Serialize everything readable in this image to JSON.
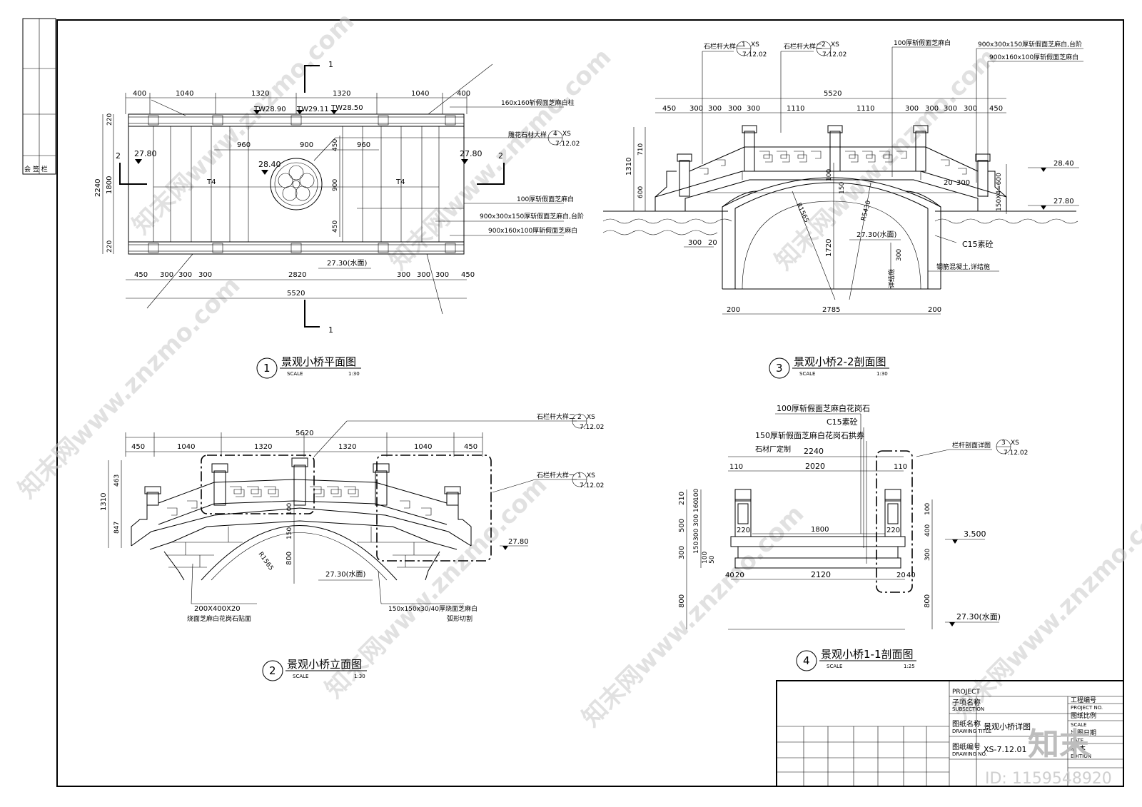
{
  "sheet": {
    "side_strip_text": "会 签 栏"
  },
  "plan": {
    "title": "景观小桥平面图",
    "number": "1",
    "scale_label": "SCALE",
    "scale": "1:30",
    "top_dims": [
      "400",
      "1040",
      "1320",
      "1320",
      "1040",
      "400"
    ],
    "bottom_dims": [
      "450",
      "300",
      "300",
      "300",
      "2820",
      "300",
      "300",
      "300",
      "450"
    ],
    "overall": "5520",
    "side_dims": [
      "220",
      "1800",
      "220"
    ],
    "side_total": "2240",
    "inner_dims": [
      "960",
      "900",
      "960"
    ],
    "inner_v": [
      "450",
      "900",
      "450"
    ],
    "tw": [
      "TW28.90",
      "TW29.11",
      "TW28.50"
    ],
    "elev_left": "27.80",
    "elev_right": "27.80",
    "elev_center": "28.40",
    "water": "27.30(水面)",
    "section_mark": "1",
    "section_mark2": "2",
    "slope": "T4",
    "notes": [
      "160x160斩假面芝麻白柱",
      "雕花石材大样",
      "100厚斩假面芝麻白",
      "900x300x150厚斩假面芝麻白,台阶",
      "900x160x100厚斩假面芝麻白"
    ],
    "detail_ref": {
      "num": "4",
      "code": "XS",
      "sheet": "7.12.02"
    }
  },
  "elevation": {
    "title": "景观小桥立面图",
    "number": "2",
    "scale_label": "SCALE",
    "scale": "1:30",
    "top_dims": [
      "450",
      "1040",
      "1320",
      "1320",
      "1040",
      "450"
    ],
    "overall": "5620",
    "side_dims": [
      "463",
      "847"
    ],
    "side_total": "1310",
    "mid_dims": [
      "100",
      "150",
      "800"
    ],
    "radius": "R1565",
    "elev": "27.80",
    "water": "27.30(水面)",
    "note_left": [
      "200X400X20",
      "烧面芝麻白花岗石贴面"
    ],
    "note_right": [
      "150x150x30/40厚烧面芝麻白",
      "弧形切割"
    ],
    "ref1": {
      "label": "石栏杆大样二",
      "num": "2",
      "code": "XS",
      "sheet": "7.12.02"
    },
    "ref2": {
      "label": "石栏杆大样一",
      "num": "1",
      "code": "XS",
      "sheet": "7.12.02"
    }
  },
  "section22": {
    "title": "景观小桥2-2剖面图",
    "number": "3",
    "scale_label": "SCALE",
    "scale": "1:30",
    "overall": "5520",
    "top_dims": [
      "450",
      "300",
      "300",
      "300",
      "300",
      "1110",
      "1110",
      "300",
      "300",
      "300",
      "300",
      "450"
    ],
    "side_dims": [
      "710",
      "600"
    ],
    "side_total": "1310",
    "bottom_dims": [
      "200",
      "2785",
      "200"
    ],
    "small_dims": [
      "300",
      "20"
    ],
    "mid_dims": [
      "100",
      "150",
      "1720",
      "300"
    ],
    "step_dim": "150X4=600",
    "right_dims": [
      "20",
      "300"
    ],
    "radius1": "R1565",
    "radius2": "R5430",
    "elev_top": "28.40",
    "elev_mid": "27.80",
    "water": "27.30(水面)",
    "notes": [
      "C15素砼",
      "钢筋混凝土,详结施",
      "详结施"
    ],
    "top_notes": [
      "100厚斩假面芝麻白",
      "900x300x150厚斩假面芝麻白,台阶",
      "900x160x100厚斩假面芝麻白"
    ],
    "ref1": {
      "label": "石栏杆大样一",
      "num": "1",
      "code": "XS",
      "sheet": "7.12.02"
    },
    "ref2": {
      "label": "石栏杆大样二",
      "num": "2",
      "code": "XS",
      "sheet": "7.12.02"
    }
  },
  "section11": {
    "title": "景观小桥1-1剖面图",
    "number": "4",
    "scale_label": "SCALE",
    "scale": "1:25",
    "notes": [
      "100厚斩假面芝麻白花岗石",
      "C15素砼",
      "150厚斩假面芝麻白花岗石拱券",
      "石材厂定制"
    ],
    "top_dim": "2240",
    "dims_110": [
      "110",
      "110"
    ],
    "inner": "2020",
    "mid": "1800",
    "bottom": "2120",
    "bottom_sides": [
      "40",
      "20",
      "20",
      "40"
    ],
    "post_w": [
      "220",
      "220"
    ],
    "left_dims": [
      "210",
      "500",
      "300",
      "800"
    ],
    "left_inner": [
      "100",
      "160",
      "300",
      "300",
      "150",
      "100",
      "50"
    ],
    "right_dims": [
      "100",
      "400",
      "300",
      "800"
    ],
    "elev": "3.500",
    "water": "27.30(水面)",
    "ref": {
      "label": "栏杆剖面详图",
      "num": "3",
      "code": "XS",
      "sheet": "7.12.02"
    }
  },
  "title_block": {
    "project_en": "PROJECT",
    "subsection_cn": "子项名称",
    "subsection_en": "SUBSECTION",
    "drawing_title_cn": "图纸名称",
    "drawing_title_en": "DRAWING TITLE",
    "drawing_no_cn": "图纸编号",
    "drawing_no_en": "DRAWING NO.",
    "drawing_name": "景观小桥详图",
    "drawing_no": "XS-7.12.01",
    "project_no_cn": "工程编号",
    "project_no_en": "PROJECT NO.",
    "scale_cn": "图纸比例",
    "scale_en": "SCALE",
    "date_cn": "出图日期",
    "date_en": "DATE",
    "edition_cn": "版 本",
    "edition_en": "EDITION"
  },
  "watermark": {
    "text": "知末网www.znzmo.com",
    "id": "ID: 1159548920",
    "logo": "知末"
  }
}
